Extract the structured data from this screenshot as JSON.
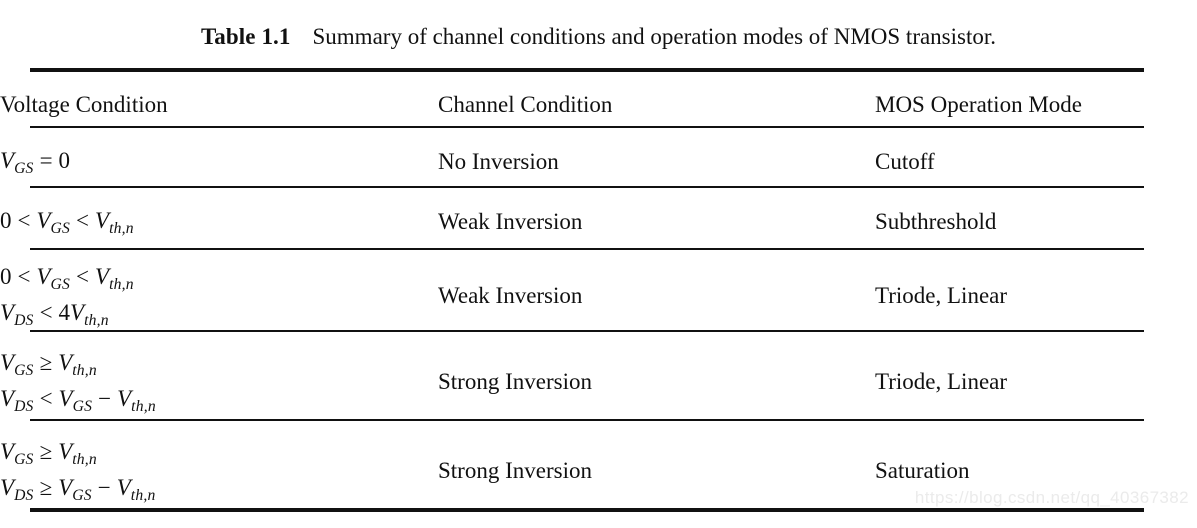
{
  "caption": {
    "label": "Table 1.1",
    "text": "Summary of channel conditions and operation modes of NMOS transistor."
  },
  "table": {
    "headers": {
      "col1": "Voltage Condition",
      "col2": "Channel Condition",
      "col3": "MOS Operation Mode"
    },
    "rows": [
      {
        "voltage_lines": [
          "V_GS = 0"
        ],
        "voltage_plain": "V_GS = 0",
        "channel": "No Inversion",
        "mode": "Cutoff"
      },
      {
        "voltage_lines": [
          "0 < V_GS < V_th,n"
        ],
        "voltage_plain": "0 < V_GS < V_th,n",
        "channel": "Weak Inversion",
        "mode": "Subthreshold"
      },
      {
        "voltage_lines": [
          "0 < V_GS < V_th,n",
          "V_DS < 4V_th,n"
        ],
        "voltage_plain": "0 < V_GS < V_th,n ; V_DS < 4V_th,n",
        "channel": "Weak Inversion",
        "mode": "Triode, Linear"
      },
      {
        "voltage_lines": [
          "V_GS ≥ V_th,n",
          "V_DS < V_GS − V_th,n"
        ],
        "voltage_plain": "V_GS ≥ V_th,n ; V_DS < V_GS − V_th,n",
        "channel": "Strong Inversion",
        "mode": "Triode, Linear"
      },
      {
        "voltage_lines": [
          "V_GS ≥ V_th,n",
          "V_DS ≥ V_GS − V_th,n"
        ],
        "voltage_plain": "V_GS ≥ V_th,n ; V_DS ≥ V_GS − V_th,n",
        "channel": "Strong Inversion",
        "mode": "Saturation"
      }
    ],
    "symbols": {
      "V": "V",
      "sub_GS": "GS",
      "sub_DS": "DS",
      "sub_thn": "th,n",
      "eq": "=",
      "lt": "<",
      "ge": "≥",
      "minus": "−",
      "zero": "0",
      "four": "4"
    }
  },
  "watermark": {
    "text": "https://blog.csdn.net/qq_40367382"
  },
  "colors": {
    "ink": "#111111",
    "page": "#ffffff",
    "watermark": "#ebebeb"
  }
}
